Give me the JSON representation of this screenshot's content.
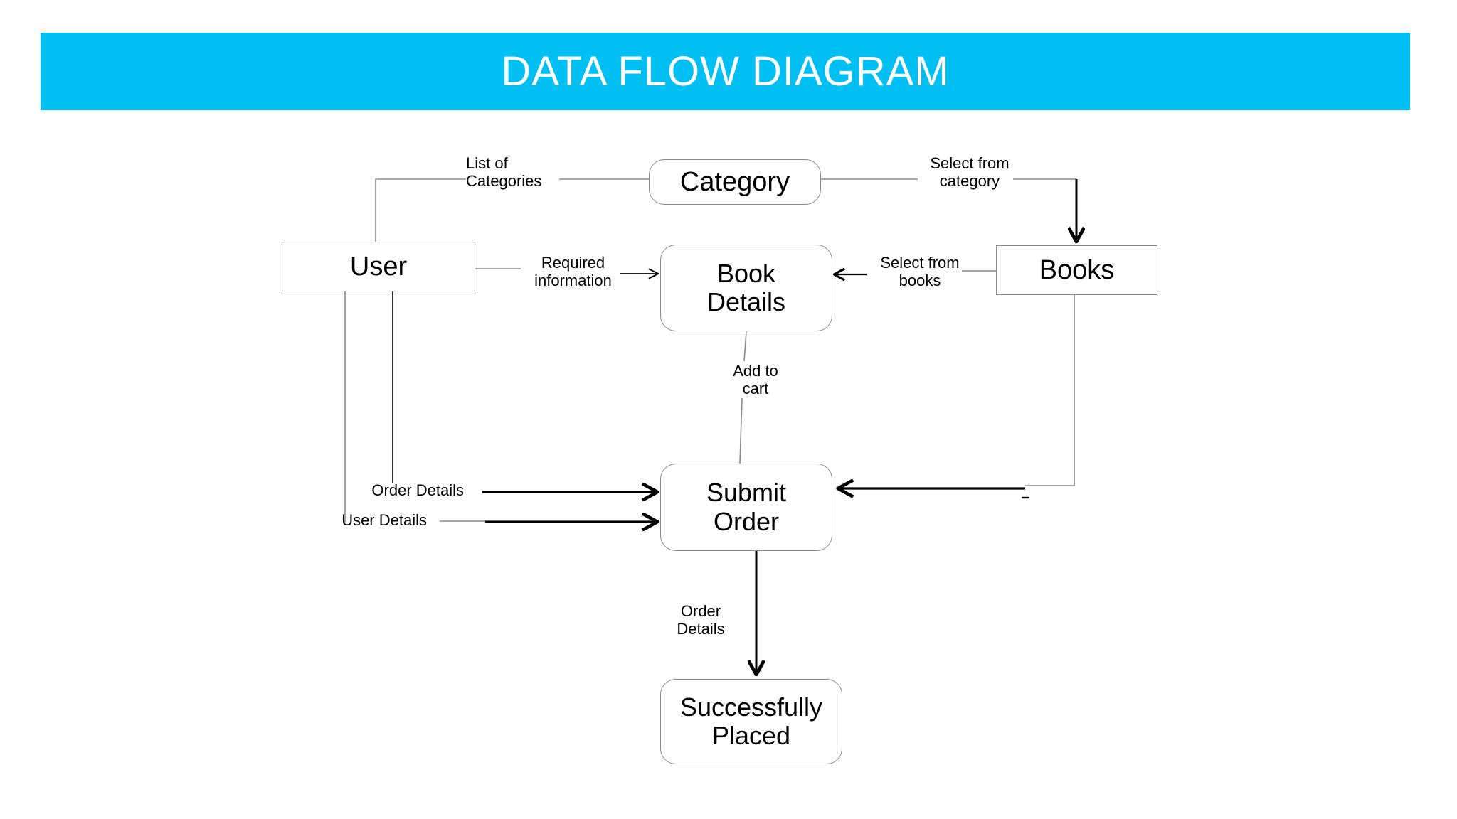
{
  "header": {
    "title": "DATA FLOW DIAGRAM",
    "background_color": "#00bff3",
    "text_color": "#ffffff"
  },
  "diagram": {
    "type": "data-flow-diagram",
    "nodes": [
      {
        "id": "category",
        "label": "Category",
        "shape": "rounded-rectangle"
      },
      {
        "id": "user",
        "label": "User",
        "shape": "rectangle"
      },
      {
        "id": "book_details",
        "label": "Book\nDetails",
        "shape": "rounded-rectangle"
      },
      {
        "id": "books",
        "label": "Books",
        "shape": "rectangle"
      },
      {
        "id": "submit_order",
        "label": "Submit\nOrder",
        "shape": "rounded-rectangle"
      },
      {
        "id": "success",
        "label": "Successfully\nPlaced",
        "shape": "rounded-rectangle"
      }
    ],
    "edges": [
      {
        "from": "category",
        "to": "user",
        "label": "List of\nCategories",
        "arrow": false
      },
      {
        "from": "category",
        "to": "books",
        "label": "Select from\ncategory",
        "arrow": true
      },
      {
        "from": "user",
        "to": "book_details",
        "label": "Required\ninformation",
        "arrow": true
      },
      {
        "from": "books",
        "to": "book_details",
        "label": "Select from\nbooks",
        "arrow": true
      },
      {
        "from": "book_details",
        "to": "submit_order",
        "label": "Add to\ncart",
        "arrow": false
      },
      {
        "from": "user",
        "to": "submit_order",
        "label": "Order Details",
        "arrow": true
      },
      {
        "from": "user",
        "to": "submit_order",
        "label": "User Details",
        "arrow": true
      },
      {
        "from": "books",
        "to": "submit_order",
        "label": "",
        "arrow": true
      },
      {
        "from": "submit_order",
        "to": "success",
        "label": "Order\nDetails",
        "arrow": true
      }
    ],
    "labels": {
      "list_of_categories": "List of\nCategories",
      "select_from_category": "Select from\ncategory",
      "required_information": "Required\ninformation",
      "select_from_books": "Select from\nbooks",
      "add_to_cart": "Add to\ncart",
      "order_details_user": "Order Details",
      "user_details": "User Details",
      "order_details_final": "Order\nDetails"
    },
    "node_labels": {
      "category": "Category",
      "user": "User",
      "book_details": "Book\nDetails",
      "books": "Books",
      "submit_order": "Submit\nOrder",
      "success": "Successfully\nPlaced"
    },
    "colors": {
      "node_border": "#8a8a8a",
      "node_fill": "#ffffff",
      "connector_thin": "#8a8a8a",
      "connector_bold": "#000000",
      "text": "#000000"
    }
  }
}
